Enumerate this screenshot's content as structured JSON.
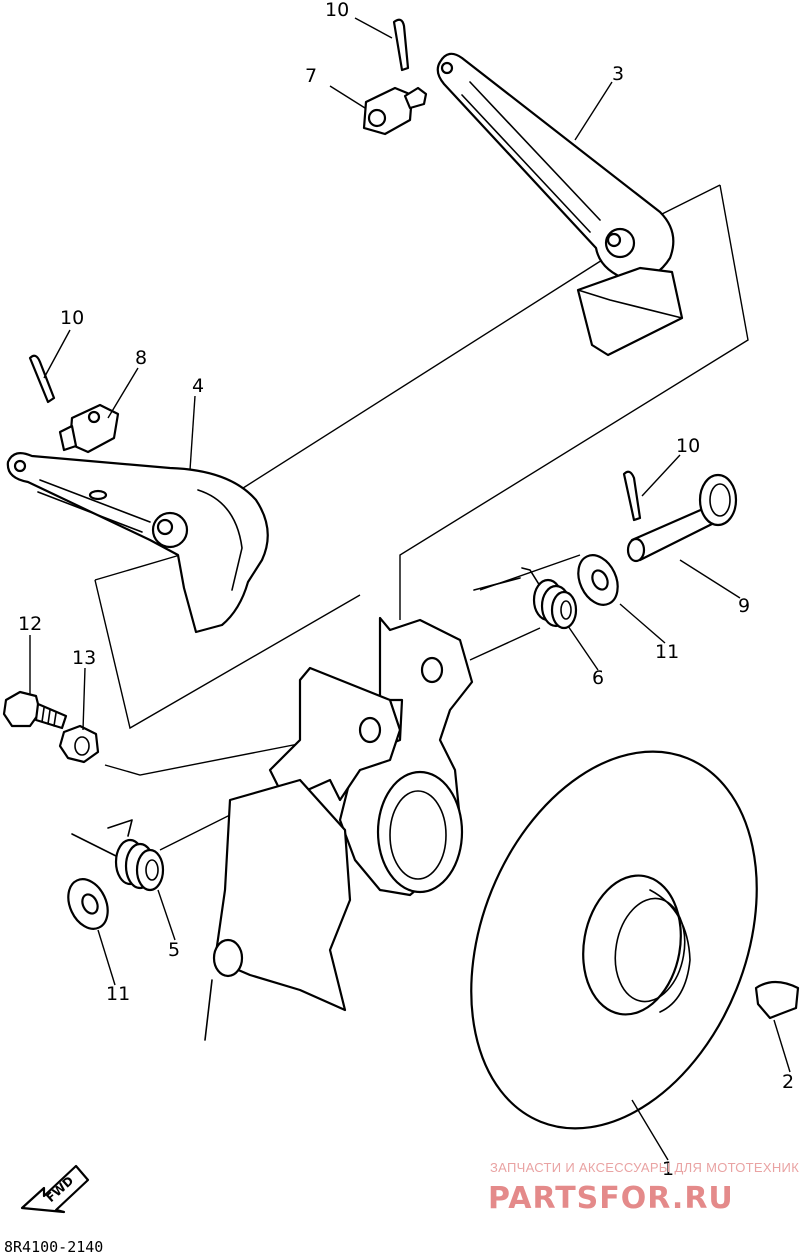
{
  "callouts": [
    {
      "id": "p1",
      "label": "1"
    },
    {
      "id": "p2",
      "label": "2"
    },
    {
      "id": "p3",
      "label": "3"
    },
    {
      "id": "p4",
      "label": "4"
    },
    {
      "id": "p5",
      "label": "5"
    },
    {
      "id": "p6",
      "label": "6"
    },
    {
      "id": "p7",
      "label": "7"
    },
    {
      "id": "p8",
      "label": "8"
    },
    {
      "id": "p9",
      "label": "9"
    },
    {
      "id": "p10a",
      "label": "10"
    },
    {
      "id": "p10b",
      "label": "10"
    },
    {
      "id": "p10c",
      "label": "10"
    },
    {
      "id": "p11a",
      "label": "11"
    },
    {
      "id": "p11b",
      "label": "11"
    },
    {
      "id": "p12",
      "label": "12"
    },
    {
      "id": "p13",
      "label": "13"
    }
  ],
  "fwd_label": "FWD",
  "diagram_code": "8R4100-2140",
  "watermark": {
    "tagline": "ЗАПЧАСТИ И АКСЕССУАРЫ ДЛЯ МОТОТЕХНИКИ",
    "brand": "PARTSFOR.RU"
  },
  "colors": {
    "ink": "#000000",
    "watermark": "#e48a8a"
  }
}
